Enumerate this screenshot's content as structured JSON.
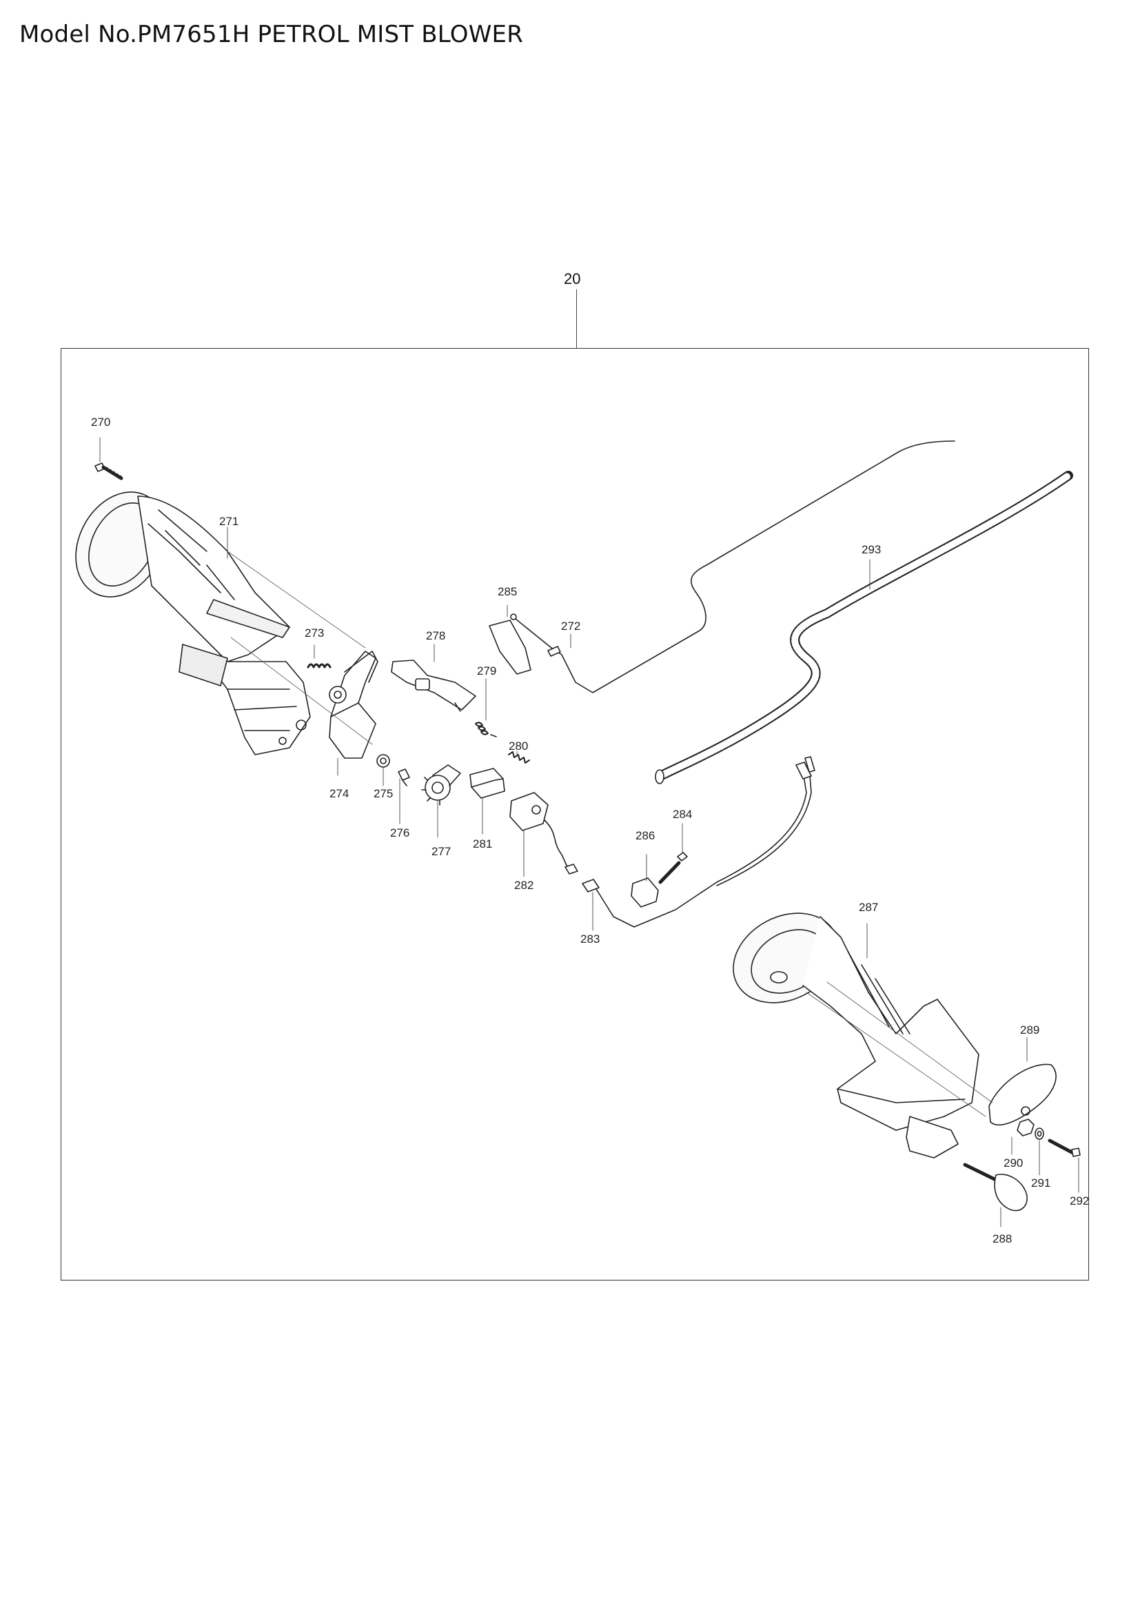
{
  "page": {
    "title": "Model No.PM7651H PETROL MIST BLOWER",
    "group_number": "20"
  },
  "parts": [
    "270",
    "271",
    "272",
    "273",
    "274",
    "275",
    "276",
    "277",
    "278",
    "279",
    "280",
    "281",
    "282",
    "283",
    "284",
    "285",
    "286",
    "287",
    "288",
    "289",
    "290",
    "291",
    "292",
    "293"
  ]
}
